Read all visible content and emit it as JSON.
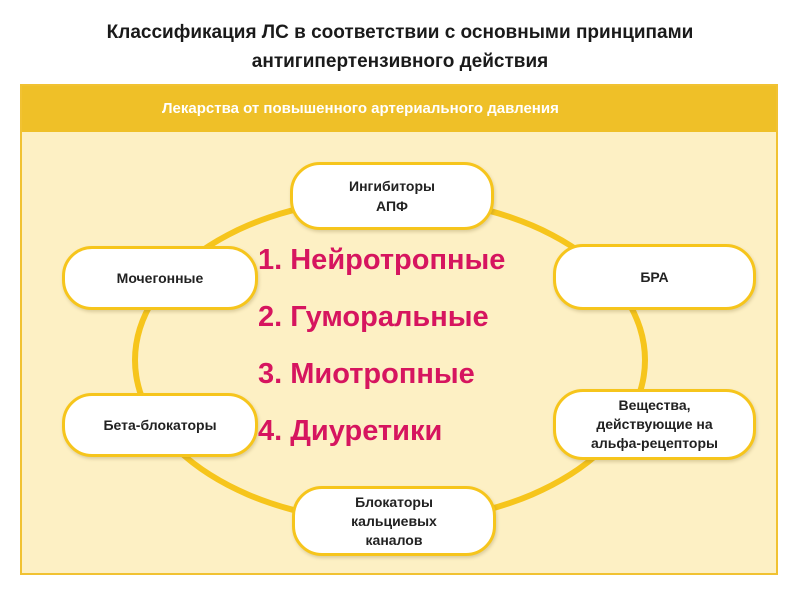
{
  "title": "Классификация ЛС в соответствии с основными принципами антигипертензивного действия",
  "panel": {
    "header": "Лекарства от повышенного артериального давления"
  },
  "nodes": {
    "ace": "Ингибиторы\nАПФ",
    "diuretics": "Мочегонные",
    "bra": "БРА",
    "beta": "Бета-блокаторы",
    "alpha": "Вещества,\nдействующие на\nальфа-рецепторы",
    "calcium": "Блокаторы\nкальциевых\nканалов"
  },
  "list": [
    "1. Нейротропные",
    "2. Гуморальные",
    "3. Миотропные",
    "4. Диуретики"
  ],
  "colors": {
    "accent": "#efc028",
    "ring": "#f6c51c",
    "panel_bg": "#fdf0c4",
    "list_text": "#d6155f"
  }
}
